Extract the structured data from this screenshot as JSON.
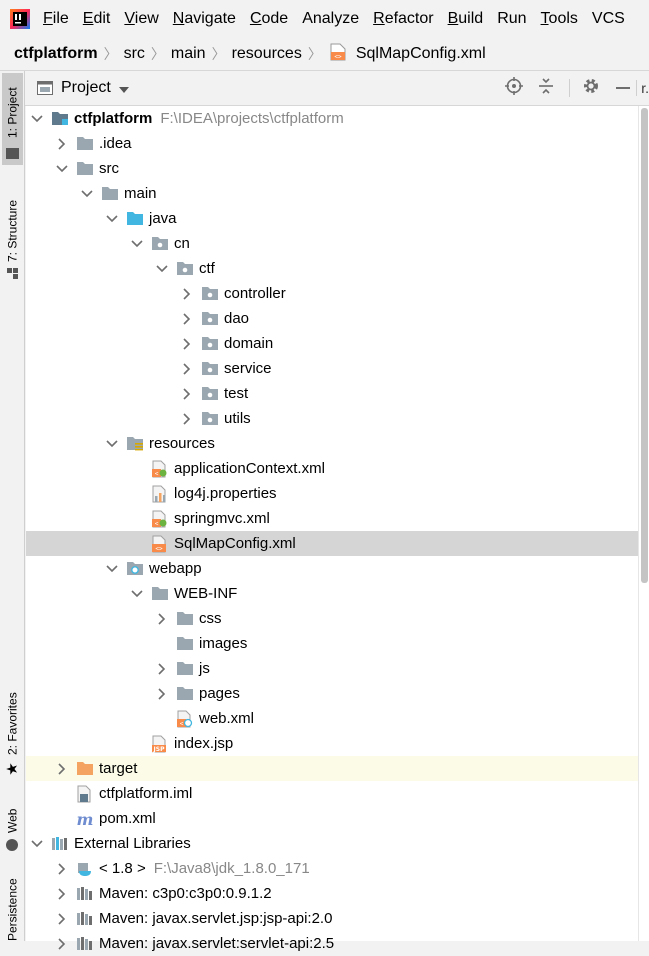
{
  "menubar": {
    "items": [
      {
        "label": "File",
        "mnemonic": "F",
        "rest": "ile"
      },
      {
        "label": "Edit",
        "mnemonic": "E",
        "rest": "dit"
      },
      {
        "label": "View",
        "mnemonic": "V",
        "rest": "iew"
      },
      {
        "label": "Navigate",
        "mnemonic": "N",
        "rest": "avigate"
      },
      {
        "label": "Code",
        "mnemonic": "C",
        "rest": "ode"
      },
      {
        "label": "Analyze",
        "mnemonic": "",
        "rest": "Analyze"
      },
      {
        "label": "Refactor",
        "mnemonic": "R",
        "rest": "efactor"
      },
      {
        "label": "Build",
        "mnemonic": "B",
        "rest": "uild"
      },
      {
        "label": "Run",
        "mnemonic": "",
        "rest": "Run"
      },
      {
        "label": "Tools",
        "mnemonic": "T",
        "rest": "ools"
      },
      {
        "label": "VCS",
        "mnemonic": "",
        "rest": "VCS"
      }
    ]
  },
  "breadcrumb": {
    "project": "ctfplatform",
    "parts": [
      "src",
      "main",
      "resources"
    ],
    "file": "SqlMapConfig.xml"
  },
  "leftstrip": {
    "project_tab": "1: Project",
    "structure_tab": "7: Structure",
    "favorites_tab": "2: Favorites",
    "web_tab": "Web",
    "persistence_tab": "Persistence"
  },
  "panel": {
    "title": "Project",
    "right_stub": "r."
  },
  "tree": [
    {
      "label": "ctfplatform",
      "path": "F:\\IDEA\\projects\\ctfplatform",
      "depth": 0,
      "arrow": "down",
      "icon": "module-folder-icon",
      "bold": true
    },
    {
      "label": ".idea",
      "depth": 1,
      "arrow": "right",
      "icon": "folder-icon"
    },
    {
      "label": "src",
      "depth": 1,
      "arrow": "down",
      "icon": "folder-icon"
    },
    {
      "label": "main",
      "depth": 2,
      "arrow": "down",
      "icon": "folder-icon"
    },
    {
      "label": "java",
      "depth": 3,
      "arrow": "down",
      "icon": "source-folder-icon"
    },
    {
      "label": "cn",
      "depth": 4,
      "arrow": "down",
      "icon": "package-icon"
    },
    {
      "label": "ctf",
      "depth": 5,
      "arrow": "down",
      "icon": "package-icon"
    },
    {
      "label": "controller",
      "depth": 6,
      "arrow": "right",
      "icon": "package-icon"
    },
    {
      "label": "dao",
      "depth": 6,
      "arrow": "right",
      "icon": "package-icon"
    },
    {
      "label": "domain",
      "depth": 6,
      "arrow": "right",
      "icon": "package-icon"
    },
    {
      "label": "service",
      "depth": 6,
      "arrow": "right",
      "icon": "package-icon"
    },
    {
      "label": "test",
      "depth": 6,
      "arrow": "right",
      "icon": "package-icon"
    },
    {
      "label": "utils",
      "depth": 6,
      "arrow": "right",
      "icon": "package-icon"
    },
    {
      "label": "resources",
      "depth": 3,
      "arrow": "down",
      "icon": "resources-folder-icon"
    },
    {
      "label": "applicationContext.xml",
      "depth": 4,
      "arrow": "none",
      "icon": "spring-xml-icon"
    },
    {
      "label": "log4j.properties",
      "depth": 4,
      "arrow": "none",
      "icon": "properties-file-icon"
    },
    {
      "label": "springmvc.xml",
      "depth": 4,
      "arrow": "none",
      "icon": "spring-xml-icon"
    },
    {
      "label": "SqlMapConfig.xml",
      "depth": 4,
      "arrow": "none",
      "icon": "xml-file-icon",
      "selected": true
    },
    {
      "label": "webapp",
      "depth": 3,
      "arrow": "down",
      "icon": "web-folder-icon"
    },
    {
      "label": "WEB-INF",
      "depth": 4,
      "arrow": "down",
      "icon": "folder-icon"
    },
    {
      "label": "css",
      "depth": 5,
      "arrow": "right",
      "icon": "folder-icon"
    },
    {
      "label": "images",
      "depth": 5,
      "arrow": "none",
      "icon": "folder-icon"
    },
    {
      "label": "js",
      "depth": 5,
      "arrow": "right",
      "icon": "folder-icon"
    },
    {
      "label": "pages",
      "depth": 5,
      "arrow": "right",
      "icon": "folder-icon"
    },
    {
      "label": "web.xml",
      "depth": 5,
      "arrow": "none",
      "icon": "web-xml-icon"
    },
    {
      "label": "index.jsp",
      "depth": 4,
      "arrow": "none",
      "icon": "jsp-file-icon"
    },
    {
      "label": "target",
      "depth": 1,
      "arrow": "right",
      "icon": "excluded-folder-icon",
      "excluded": true
    },
    {
      "label": "ctfplatform.iml",
      "depth": 1,
      "arrow": "none",
      "icon": "iml-file-icon"
    },
    {
      "label": "pom.xml",
      "depth": 1,
      "arrow": "none",
      "icon": "maven-icon"
    },
    {
      "label": "External Libraries",
      "depth": 0,
      "arrow": "down",
      "icon": "libraries-icon"
    },
    {
      "label": "< 1.8 >",
      "path": "F:\\Java8\\jdk_1.8.0_171",
      "depth": 1,
      "arrow": "right",
      "icon": "jdk-icon"
    },
    {
      "label": "Maven: c3p0:c3p0:0.9.1.2",
      "depth": 1,
      "arrow": "right",
      "icon": "library-icon"
    },
    {
      "label": "Maven: javax.servlet.jsp:jsp-api:2.0",
      "depth": 1,
      "arrow": "right",
      "icon": "library-icon"
    },
    {
      "label": "Maven: javax.servlet:servlet-api:2.5",
      "depth": 1,
      "arrow": "right",
      "icon": "library-icon"
    }
  ],
  "colors": {
    "folder": "#9aa7b0",
    "source_folder": "#40b6e0",
    "excluded_folder": "#f4a460",
    "selection": "#d5d5d5",
    "excluded_row": "#fbfbe8"
  }
}
